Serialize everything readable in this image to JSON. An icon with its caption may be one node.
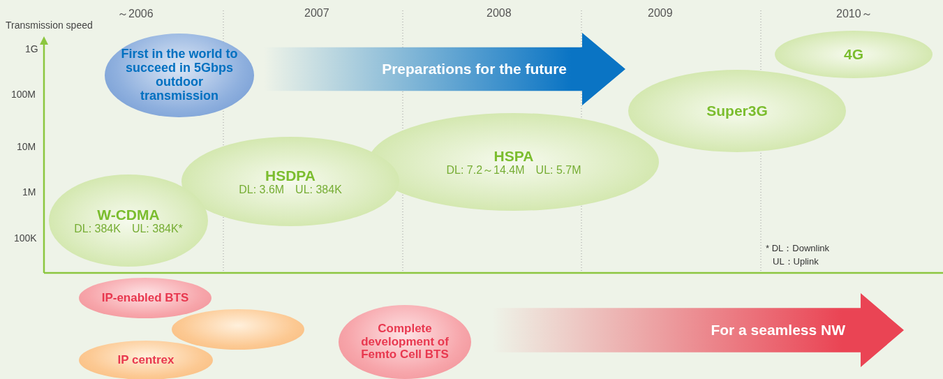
{
  "diagram": {
    "nodes": [
      {
        "text": [
          "First in the world to succeed in 5Gbps outdoor transmission"
        ]
      },
      {
        "text": [
          "Preparations for the future"
        ]
      },
      {
        "text": [
          "4G"
        ]
      },
      {
        "text": [
          "Super3G"
        ]
      },
      {
        "text": [
          "HSPA",
          "DL: 7.2～14.4M　UL: 5.7M"
        ]
      },
      {
        "text": [
          "HSDPA",
          "DL: 3.6M　UL: 384K"
        ]
      },
      {
        "text": [
          "W-CDMA",
          "DL: 384K　UL: 384K*"
        ]
      },
      {
        "text": [
          "IP-enabled BTS"
        ]
      },
      {
        "text": [],
        "shape": "ellipse"
      },
      {
        "text": [
          "IP centrex"
        ]
      },
      {
        "text": [
          "Complete development of Femto Cell BTS"
        ]
      },
      {
        "text": [
          "For a seamless NW"
        ]
      }
    ],
    "labels": [
      "～2006",
      "2007",
      "2008",
      "2009",
      "2010～",
      "Transmission speed",
      "1G",
      "100M",
      "10M",
      "1M",
      "100K",
      "* DL：Downlink",
      "UL：Uplink"
    ]
  }
}
